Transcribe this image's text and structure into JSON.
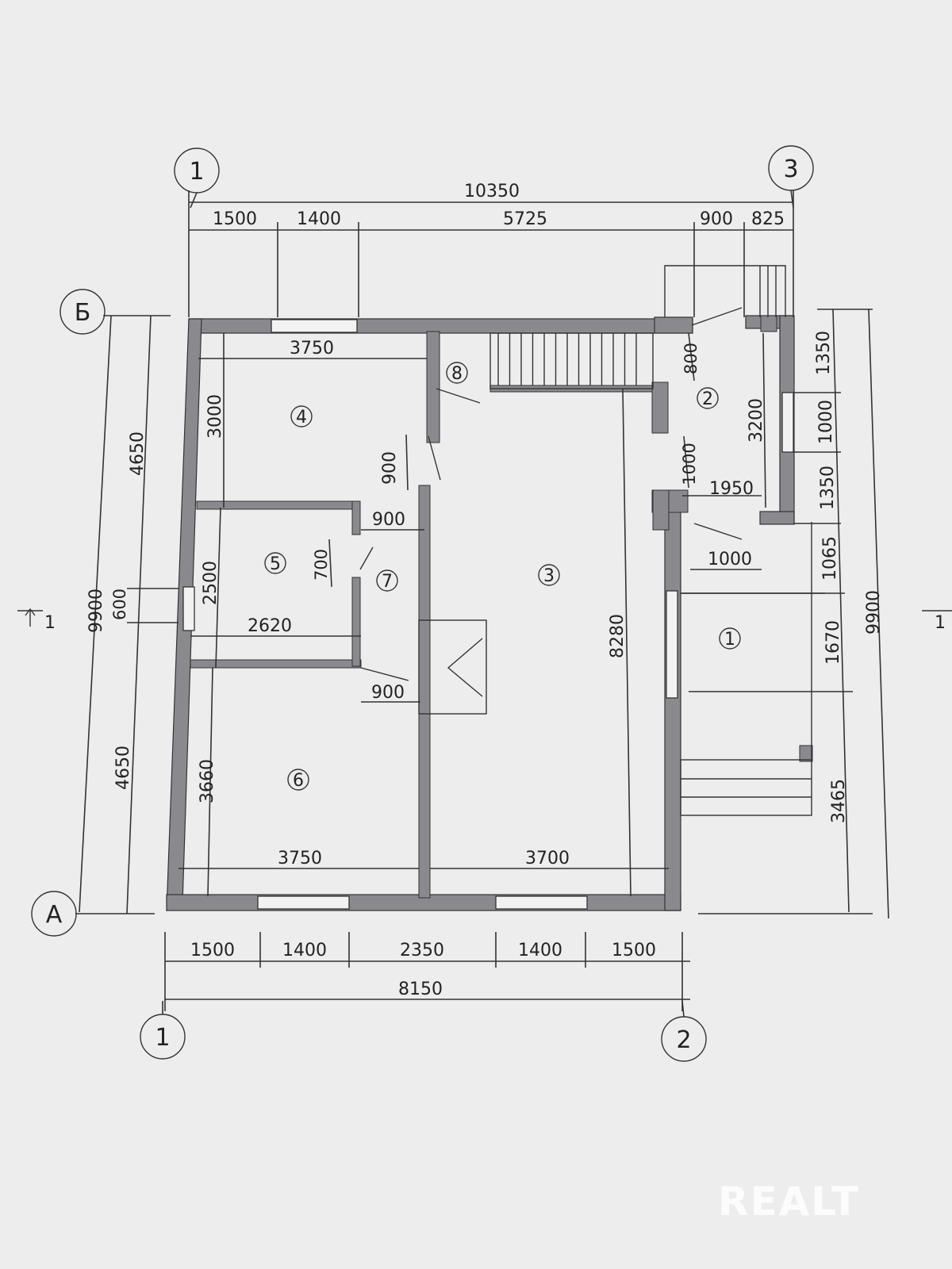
{
  "axes": {
    "a1_top": "1",
    "a3_top": "3",
    "b_left": "Б",
    "a_left": "А",
    "a1_bottom": "1",
    "a2_bottom": "2"
  },
  "dims_top": {
    "overall": "10350",
    "d1": "1500",
    "d2": "1400",
    "d3": "5725",
    "d4": "900",
    "d5": "825"
  },
  "dims_bottom": {
    "d1": "1500",
    "d2": "1400",
    "d3": "2350",
    "d4": "1400",
    "d5": "1500",
    "overall": "8150"
  },
  "dims_left": {
    "overall": "9900",
    "upper": "4650",
    "middle": "600",
    "lower": "4650"
  },
  "dims_right": {
    "d1": "1350",
    "d2": "1000",
    "d3": "1350",
    "d4": "1065",
    "d5": "1670",
    "d6": "3465",
    "overall": "9900"
  },
  "dims_inner": {
    "r4_width": "3750",
    "r4_height": "3000",
    "door_4": "900",
    "door_7": "900",
    "window_700": "700",
    "r5_height": "2500",
    "r5_width": "2620",
    "door_6": "900",
    "r6_height": "3660",
    "r6_width": "3750",
    "r3_width": "3700",
    "r3_height": "8280",
    "vest_800": "800",
    "vest_3200": "3200",
    "vest_1000": "1000",
    "vest_1950": "1950",
    "porch_1000": "1000"
  },
  "rooms": {
    "r1": "1",
    "r2": "2",
    "r3": "3",
    "r4": "4",
    "r5": "5",
    "r6": "6",
    "r7": "7",
    "r8": "8"
  },
  "section_marks": {
    "left": "1",
    "right": "1"
  },
  "watermark": "REALT"
}
